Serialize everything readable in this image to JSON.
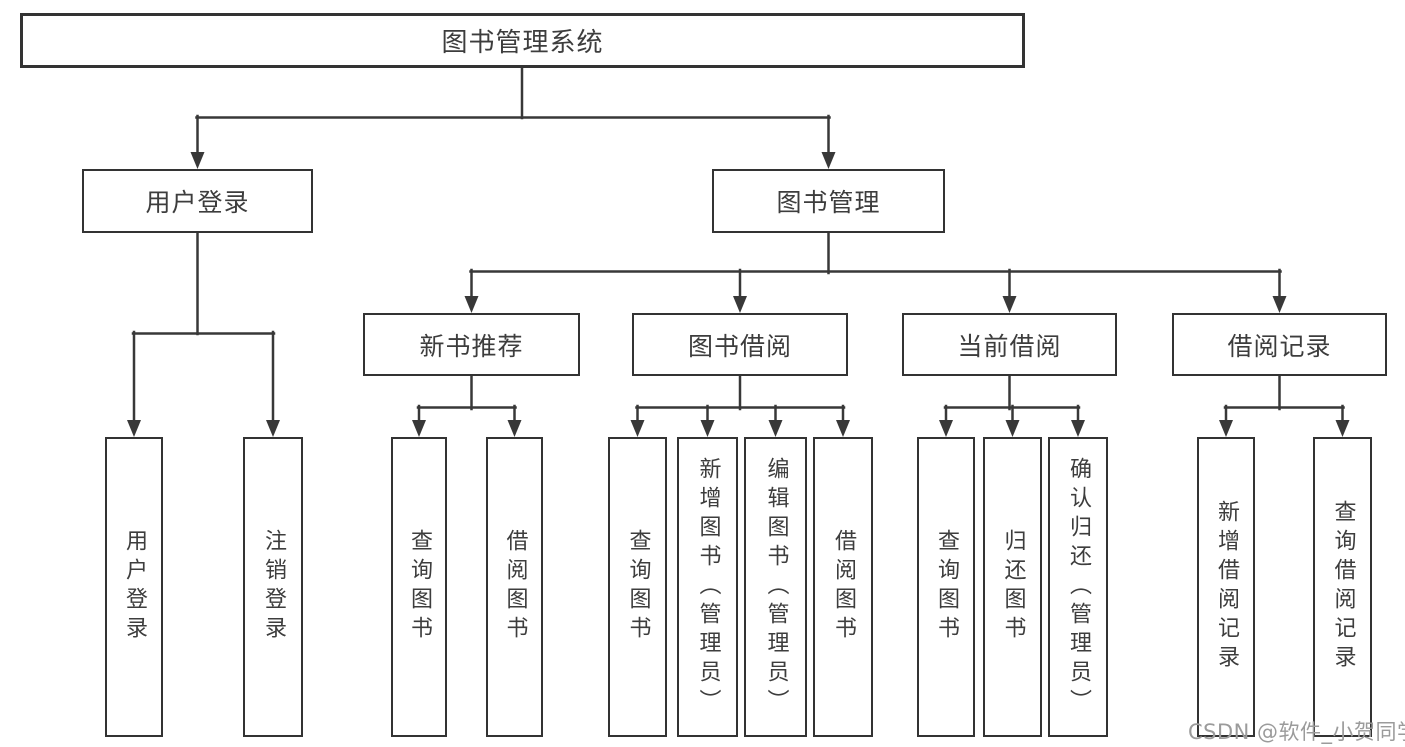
{
  "tree": {
    "root": {
      "label": "图书管理系统"
    },
    "branches": [
      {
        "label": "用户登录",
        "children": [
          {
            "label": "用户登录"
          },
          {
            "label": "注销登录"
          }
        ]
      },
      {
        "label": "图书管理",
        "children": [
          {
            "label": "新书推荐",
            "children": [
              {
                "label": "查询图书"
              },
              {
                "label": "借阅图书"
              }
            ]
          },
          {
            "label": "图书借阅",
            "children": [
              {
                "label": "查询图书"
              },
              {
                "label": "新增图书（管理员）"
              },
              {
                "label": "编辑图书（管理员）"
              },
              {
                "label": "借阅图书"
              }
            ]
          },
          {
            "label": "当前借阅",
            "children": [
              {
                "label": "查询图书"
              },
              {
                "label": "归还图书"
              },
              {
                "label": "确认归还（管理员）"
              }
            ]
          },
          {
            "label": "借阅记录",
            "children": [
              {
                "label": "新增借阅记录"
              },
              {
                "label": "查询借阅记录"
              }
            ]
          }
        ]
      }
    ]
  },
  "watermark": {
    "text": "CSDN @软件_小贺同学"
  },
  "colors": {
    "line": "#383838",
    "box_border": "#333333",
    "box_fill": "#ffffff",
    "text": "#3d3d3d",
    "background": "#ffffff",
    "watermark": "#9b9b9b"
  }
}
